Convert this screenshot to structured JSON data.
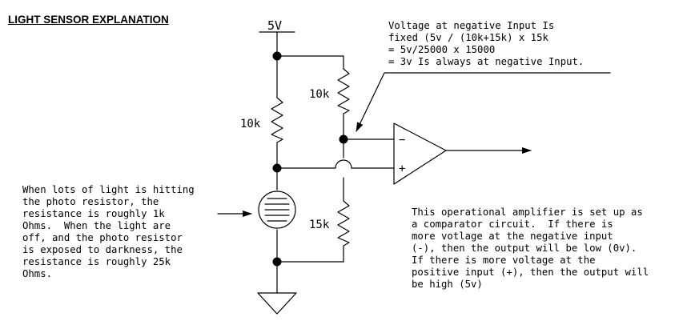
{
  "title": "LIGHT SENSOR EXPLANATION",
  "supply_label": "5V",
  "resistors": {
    "r_left": "10k",
    "r_right_top": "10k",
    "r_right_bottom": "15k"
  },
  "opamp": {
    "minus_label": "−",
    "plus_label": "+"
  },
  "notes": {
    "voltage_calc": "Voltage at negative Input Is\nfixed (5v / (10k+15k) x 15k\n= 5v/25000 x 15000\n= 3v Is always at negative Input.",
    "photo_resistor": "When lots of light is hitting\nthe photo resistor, the\nresistance is roughly 1k\nOhms.  When the light are\noff, and the photo resistor\nis exposed to darkness, the\nresistance is roughly 25k\nOhms.",
    "comparator": "This operational amplifier is set up as\na comparator circuit.  If there is\nmore votlage at the negative input\n(-), then the output will be low (0v).\nIf there is more voltage at the\npositive input (+), then the output will\nbe high (5v)"
  },
  "icons": {
    "photo_resistor": "photo-resistor-icon",
    "ground": "ground-icon",
    "arrow": "arrow-icon"
  }
}
